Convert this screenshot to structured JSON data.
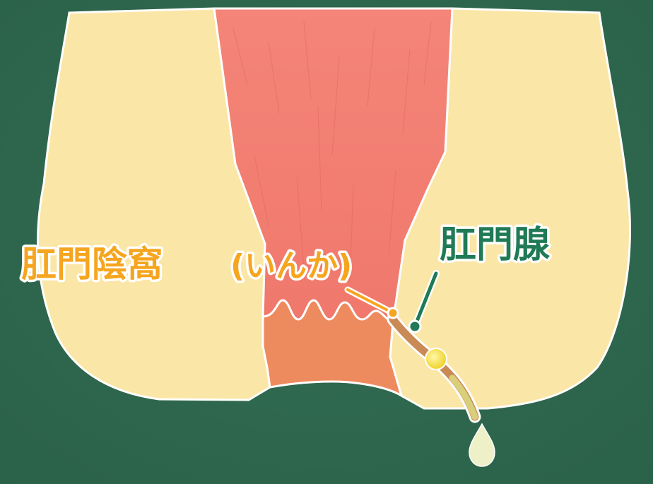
{
  "diagram": {
    "labels": {
      "anal_crypt": "肛門陰窩",
      "anal_crypt_reading": "(いんか)",
      "anal_gland": "肛門腺"
    },
    "colors": {
      "background": "#2f6b4f",
      "tissue": "#fae6a6",
      "rectum": "#f37e70",
      "anal_canal": "#ee8b5e",
      "gland_duct": "#c98a55",
      "gland": "#f3dc3c",
      "discharge": "#eef0c8",
      "label_orange": "#f6a51f",
      "label_green": "#1f7a55"
    }
  }
}
